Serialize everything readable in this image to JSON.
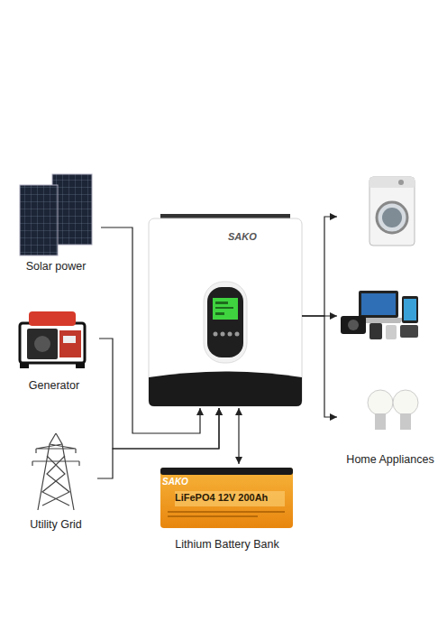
{
  "diagram": {
    "nodes": [
      {
        "text": [
          "Solar power"
        ]
      },
      {
        "text": [
          "Generator"
        ]
      },
      {
        "text": [
          "Utility Grid"
        ]
      },
      {
        "text": [
          "SAKO"
        ]
      },
      {
        "text": [
          "Home Appliances"
        ]
      },
      {
        "text": [
          "SAKO",
          "LiFePO4 12V 200Ah",
          "Lithium Battery Bank"
        ]
      }
    ],
    "edges": [
      {
        "from": 0,
        "to": 3,
        "arrow": "to"
      },
      {
        "from": 1,
        "to": 3,
        "arrow": "to"
      },
      {
        "from": 2,
        "to": 3,
        "arrow": "to"
      },
      {
        "from": 3,
        "to": 5,
        "arrow": "both"
      },
      {
        "from": 3,
        "to": 4,
        "arrow": "to"
      },
      {
        "from": 3,
        "to": 4,
        "arrow": "to"
      },
      {
        "from": 3,
        "to": 4,
        "arrow": "to"
      }
    ]
  }
}
